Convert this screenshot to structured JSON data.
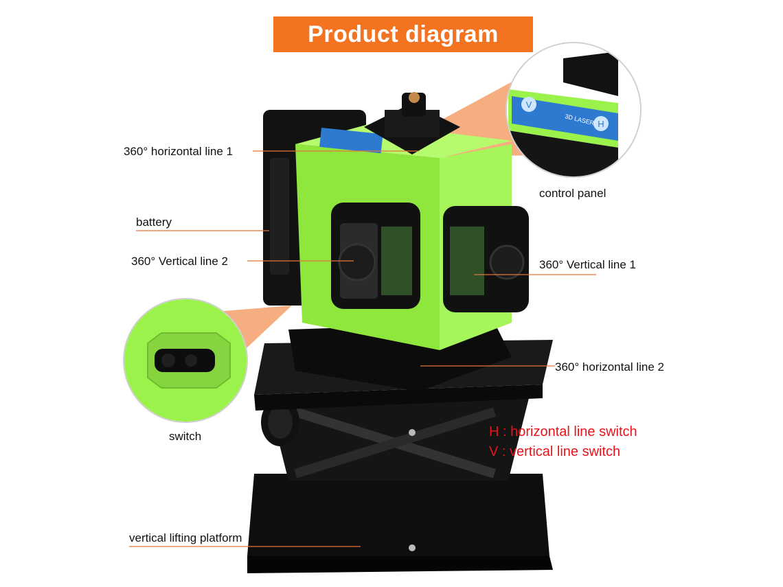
{
  "title": "Product diagram",
  "labels": {
    "horizontal_line_1": "360° horizontal line 1",
    "battery": "battery",
    "vertical_line_2": "360° Vertical line 2",
    "control_panel": "control panel",
    "vertical_line_1": "360° Vertical line 1",
    "horizontal_line_2": "360° horizontal line 2",
    "switch": "switch",
    "lifting_platform": "vertical lifting platform"
  },
  "notes": {
    "h_switch": "H : horizontal line switch",
    "v_switch": "V : vertical line switch"
  },
  "control_panel_text": {
    "v_button": "V",
    "h_button": "H",
    "brand": "3D LASER"
  },
  "colors": {
    "banner": "#f37321",
    "leader_line": "#e8743b",
    "note_text": "#e8131b",
    "device_green": "#9bf24a",
    "device_black": "#141414"
  }
}
